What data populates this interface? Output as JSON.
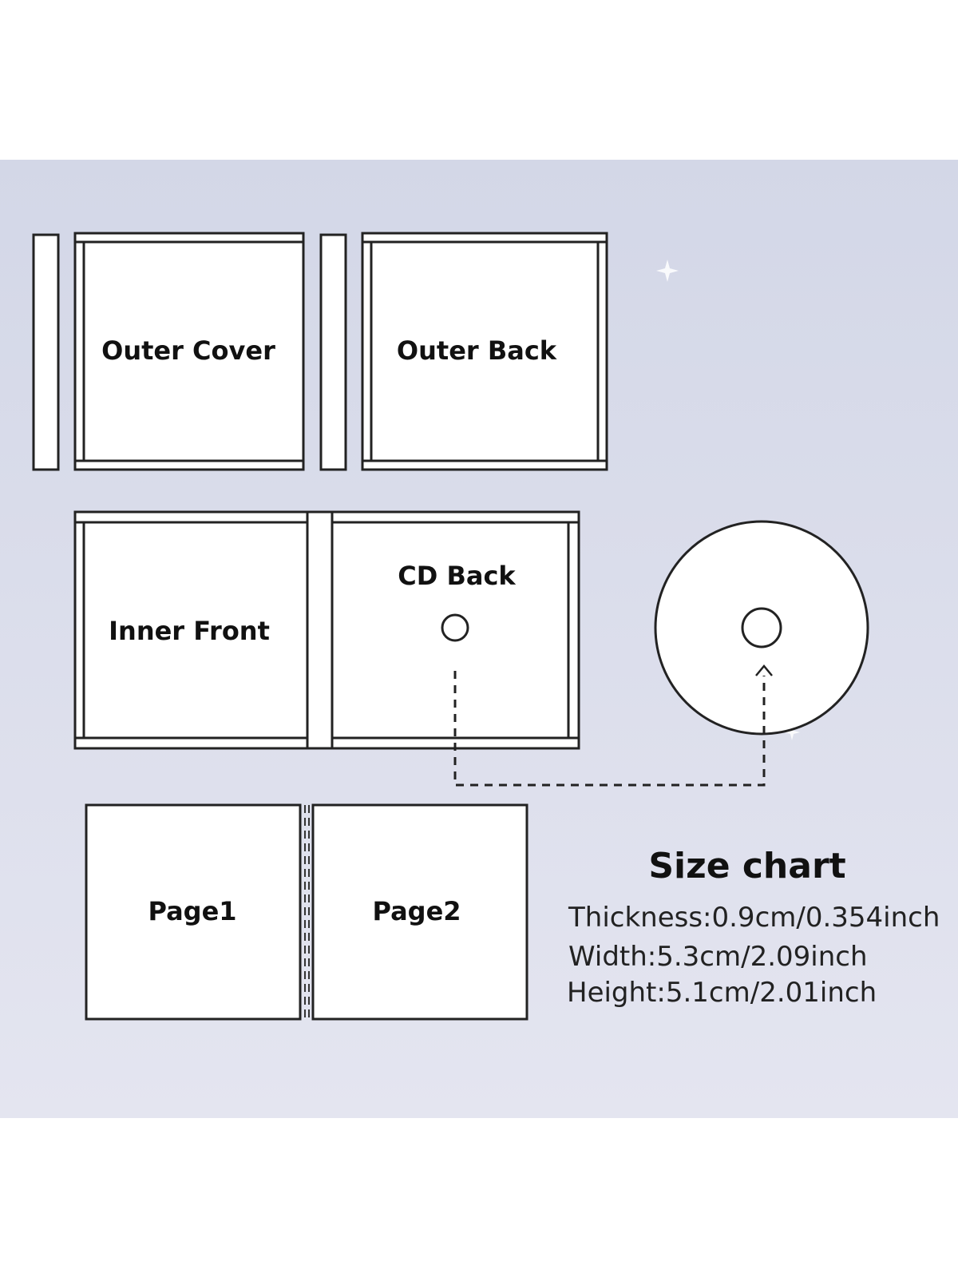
{
  "panels": {
    "outer_cover": "Outer Cover",
    "outer_back": "Outer Back",
    "inner_front": "Inner Front",
    "cd_back": "CD Back",
    "page1": "Page1",
    "page2": "Page2"
  },
  "size_chart": {
    "title": "Size chart",
    "thickness": "Thickness:0.9cm/0.354inch",
    "width": "Width:5.3cm/2.09inch",
    "height": "Height:5.1cm/2.01inch"
  },
  "colors": {
    "background_top": "#d3d7e7",
    "background_bottom": "#e4e5f0",
    "stroke": "#222222",
    "panel_fill": "#ffffff"
  }
}
